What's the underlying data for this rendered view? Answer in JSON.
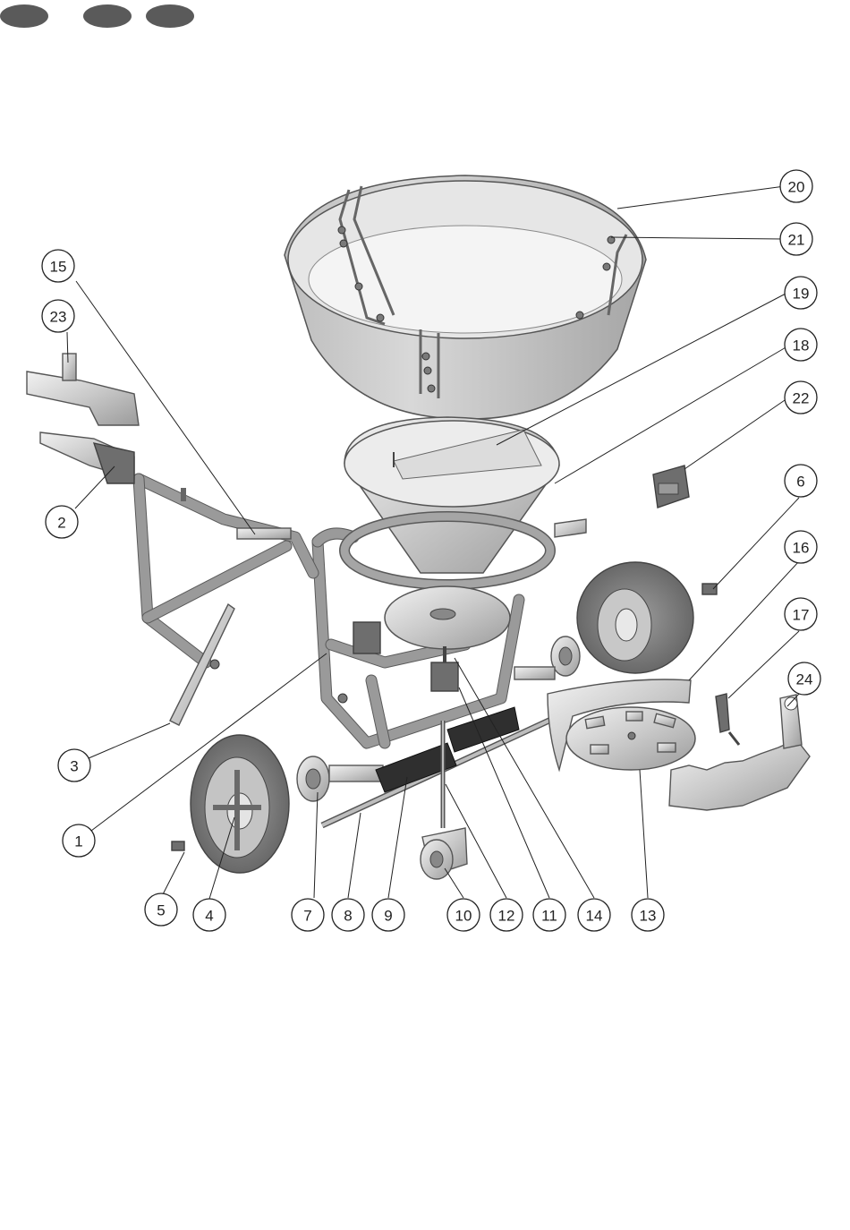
{
  "header": {
    "tabs": [
      {
        "id": "tab-1",
        "color": "#5a5a5a"
      },
      {
        "id": "tab-2",
        "color": "#5a5a5a"
      },
      {
        "id": "tab-3",
        "color": "#5a5a5a"
      }
    ]
  },
  "diagram": {
    "callouts": [
      {
        "id": "c1",
        "label": "1"
      },
      {
        "id": "c2",
        "label": "2"
      },
      {
        "id": "c3",
        "label": "3"
      },
      {
        "id": "c4",
        "label": "4"
      },
      {
        "id": "c5",
        "label": "5"
      },
      {
        "id": "c6",
        "label": "6"
      },
      {
        "id": "c7",
        "label": "7"
      },
      {
        "id": "c8",
        "label": "8"
      },
      {
        "id": "c9",
        "label": "9"
      },
      {
        "id": "c10",
        "label": "10"
      },
      {
        "id": "c11",
        "label": "11"
      },
      {
        "id": "c12",
        "label": "12"
      },
      {
        "id": "c13",
        "label": "13"
      },
      {
        "id": "c14",
        "label": "14"
      },
      {
        "id": "c15",
        "label": "15"
      },
      {
        "id": "c16",
        "label": "16"
      },
      {
        "id": "c17",
        "label": "17"
      },
      {
        "id": "c18",
        "label": "18"
      },
      {
        "id": "c19",
        "label": "19"
      },
      {
        "id": "c20",
        "label": "20"
      },
      {
        "id": "c21",
        "label": "21"
      },
      {
        "id": "c22",
        "label": "22"
      },
      {
        "id": "c23",
        "label": "23"
      },
      {
        "id": "c24",
        "label": "24"
      }
    ]
  }
}
